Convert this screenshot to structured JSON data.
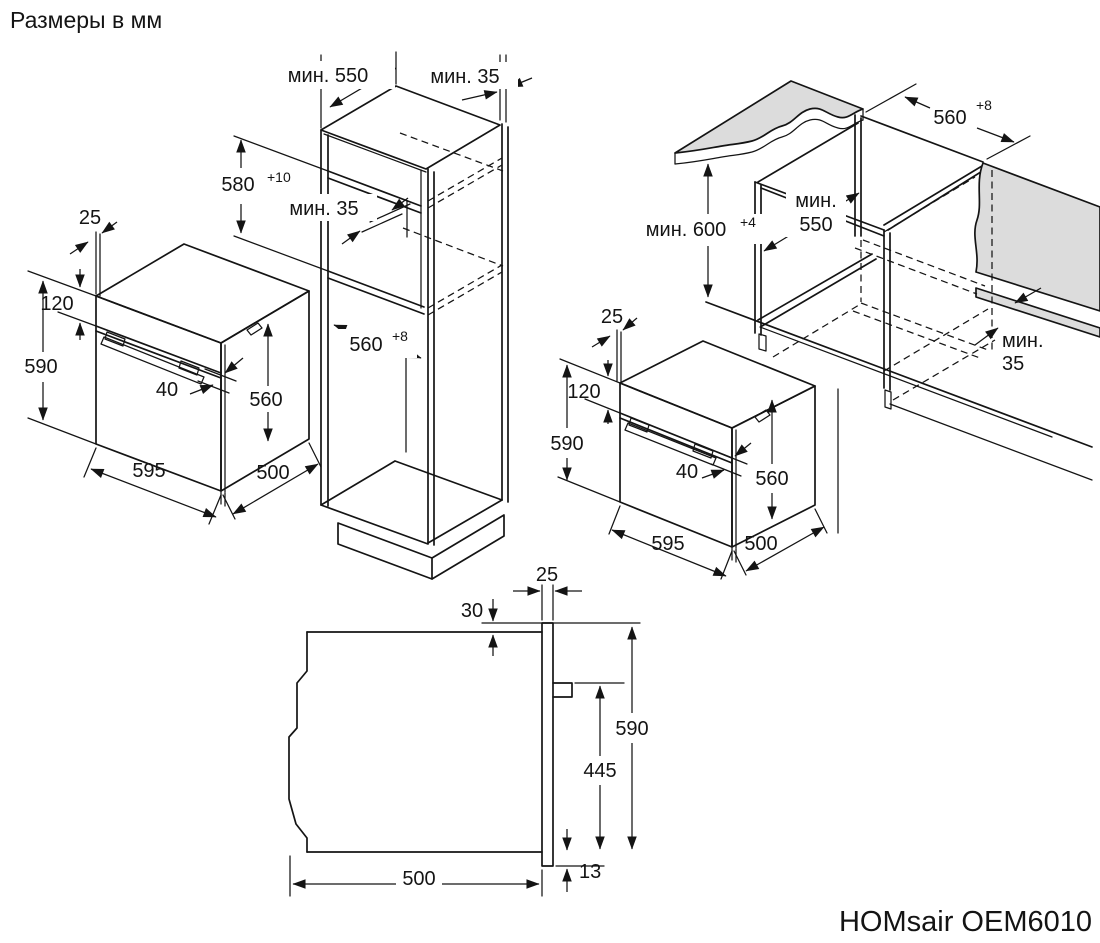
{
  "title": "Размеры в мм",
  "model": "HOMsair OEM6010",
  "colors": {
    "line": "#141414",
    "shade": "#dcdcdc",
    "background": "#ffffff"
  },
  "oven": {
    "door_offset": "25",
    "panel_height": "120",
    "height": "590",
    "handle_clearance": "40",
    "body_height": "560",
    "width": "595",
    "depth": "500"
  },
  "cabinet": {
    "depth_min": "мин. 550",
    "top_gap_min": "мин. 35",
    "niche_height": "580",
    "niche_height_tol": "+10",
    "vent_gap_min": "мин. 35",
    "niche_width": "560",
    "niche_width_tol": "+8"
  },
  "under_counter": {
    "niche_width": "560",
    "niche_width_tol": "+8",
    "niche_height_min": "мин. 600",
    "niche_height_tol": "+4",
    "depth_min_word": "мин.",
    "depth_min_value": "550",
    "rear_gap_word": "мин.",
    "rear_gap_value": "35"
  },
  "side_view": {
    "door_thickness": "25",
    "top_offset": "30",
    "height": "590",
    "handle_to_base": "445",
    "rear_clearance": "13",
    "depth": "500"
  }
}
